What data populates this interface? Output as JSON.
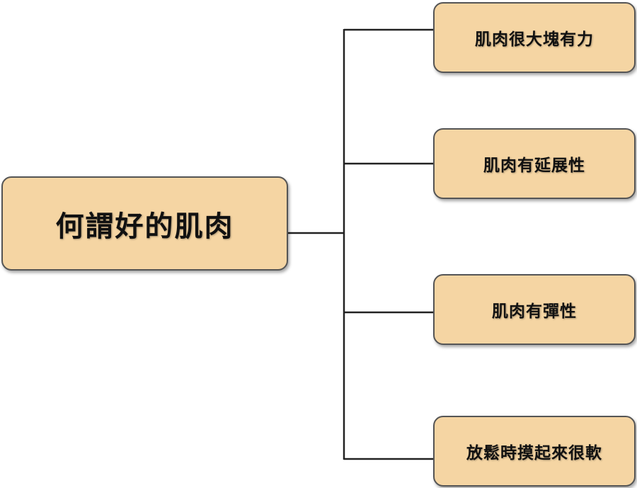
{
  "diagram": {
    "root": "何謂好的肌肉",
    "children": [
      "肌肉很大塊有力",
      "肌肉有延展性",
      "肌肉有彈性",
      "放鬆時摸起來很軟"
    ],
    "colors": {
      "box_fill": "#f5d5a3",
      "border": "#555555",
      "connector": "#222222"
    }
  }
}
